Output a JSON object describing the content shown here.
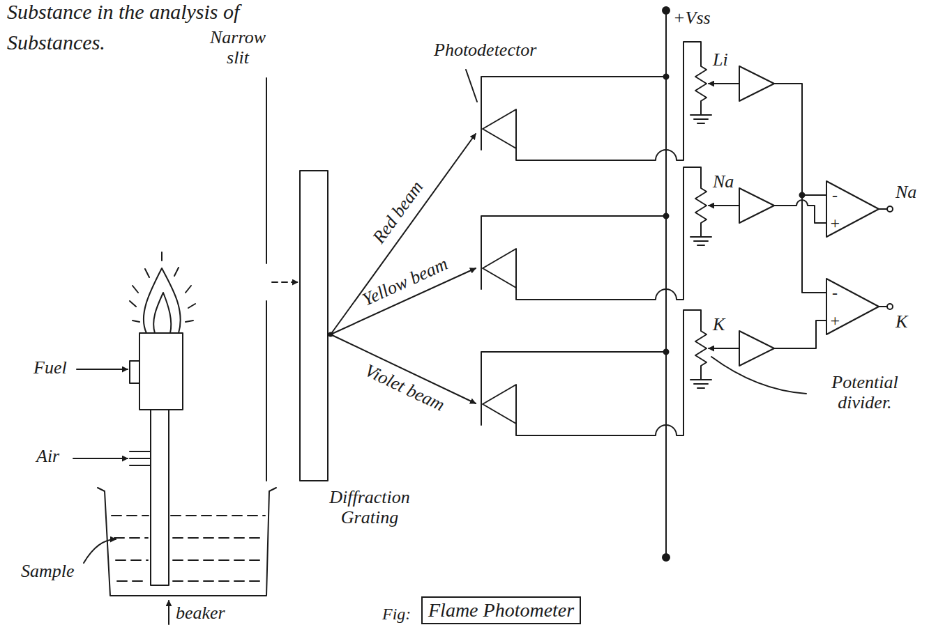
{
  "diagram": {
    "caption": "Flame Photometer",
    "labels": [
      "Substance in the analysis of",
      "Substances.",
      "+Vss",
      "Narrow slit",
      "Photodetector",
      "Li",
      "Na",
      "-",
      "+",
      "Red beam",
      "Yellow beam",
      "Na",
      "-",
      "+",
      "K",
      "Violet beam",
      "Fuel",
      "K",
      "Potential divider.",
      "Air",
      "Diffraction Grating",
      "Sample",
      "beaker",
      "Fig:"
    ]
  }
}
